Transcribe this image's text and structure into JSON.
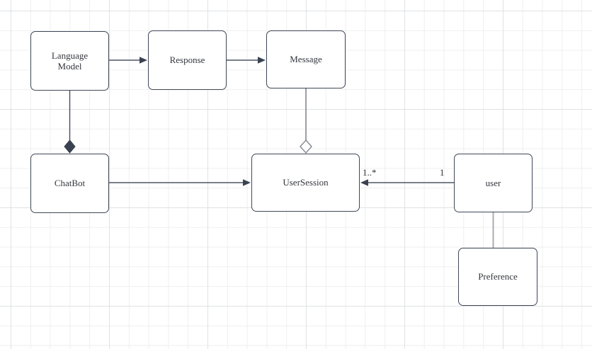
{
  "diagram": {
    "type": "uml-class-diagram",
    "nodes": [
      {
        "id": "language-model",
        "label": "Language\nModel"
      },
      {
        "id": "response",
        "label": "Response"
      },
      {
        "id": "message",
        "label": "Message"
      },
      {
        "id": "chatbot",
        "label": "ChatBot"
      },
      {
        "id": "user-session",
        "label": "UserSession"
      },
      {
        "id": "user",
        "label": "user"
      },
      {
        "id": "preference",
        "label": "Preference"
      }
    ],
    "edges": [
      {
        "from": "language-model",
        "to": "response",
        "type": "directed-arrow"
      },
      {
        "from": "response",
        "to": "message",
        "type": "directed-arrow"
      },
      {
        "from": "language-model",
        "to": "chatbot",
        "type": "composition-filled-diamond"
      },
      {
        "from": "message",
        "to": "user-session",
        "type": "aggregation-hollow-diamond"
      },
      {
        "from": "chatbot",
        "to": "user-session",
        "type": "directed-arrow"
      },
      {
        "from": "user",
        "to": "user-session",
        "type": "directed-arrow",
        "source_multiplicity": "1",
        "target_multiplicity": "1..*"
      },
      {
        "from": "user",
        "to": "preference",
        "type": "plain-line"
      }
    ],
    "colors": {
      "node_border": "#3f4756",
      "node_fill": "#ffffff",
      "node_text": "#33363d",
      "edge_dark": "#4d5663",
      "edge_mid": "#848a94",
      "edge_light": "#a9adb4",
      "composition_diamond_fill": "#3a4150",
      "grid_minor": "#efefef",
      "grid_major": "#dfe2e4",
      "canvas_background": "#ffffff"
    }
  }
}
